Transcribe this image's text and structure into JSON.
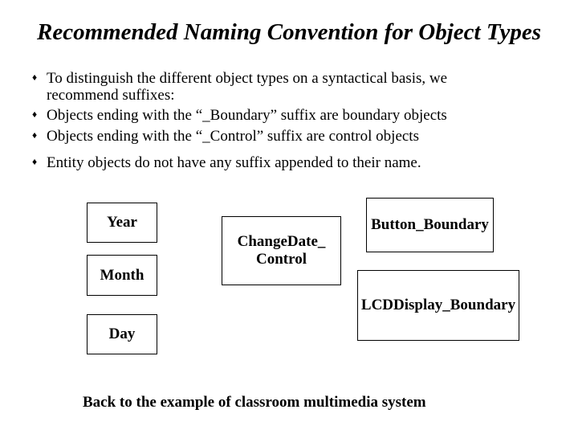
{
  "slide": {
    "title": "Recommended Naming Convention for Object Types",
    "bullet_glyph": "♦",
    "bullets": [
      {
        "lines": [
          "To distinguish the different object types on a syntactical basis, we",
          "recommend suffixes:"
        ]
      },
      {
        "lines": [
          "Objects ending with the “_Boundary” suffix are boundary objects"
        ]
      },
      {
        "lines": [
          "Objects ending with the “_Control” suffix are control objects"
        ]
      },
      {
        "lines": [
          "Entity objects do not have any suffix appended to their name."
        ]
      }
    ],
    "diagram": {
      "boxes": [
        {
          "id": "year",
          "lines": [
            "Year"
          ]
        },
        {
          "id": "month",
          "lines": [
            "Month"
          ]
        },
        {
          "id": "day",
          "lines": [
            "Day"
          ]
        },
        {
          "id": "changedate-control",
          "lines": [
            "ChangeDate_",
            "Control"
          ]
        },
        {
          "id": "button-boundary",
          "lines": [
            "Button_Boundary"
          ]
        },
        {
          "id": "lcddisplay-boundary",
          "lines": [
            "LCDDisplay_Boundary"
          ]
        }
      ]
    },
    "footer_link": "Back to the example of classroom multimedia system",
    "colors": {
      "background": "#ffffff",
      "text": "#000000",
      "box_border": "#000000"
    }
  }
}
